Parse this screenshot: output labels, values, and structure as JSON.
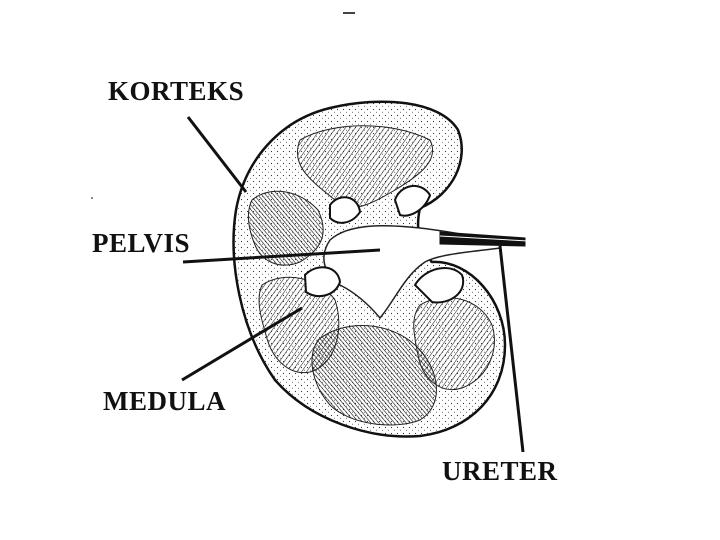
{
  "diagram": {
    "labels": {
      "korteks": "KORTEKS",
      "pelvis": "PELVIS",
      "medula": "MEDULA",
      "ureter": "URETER"
    },
    "colors": {
      "ink": "#111111",
      "background": "#ffffff"
    }
  }
}
